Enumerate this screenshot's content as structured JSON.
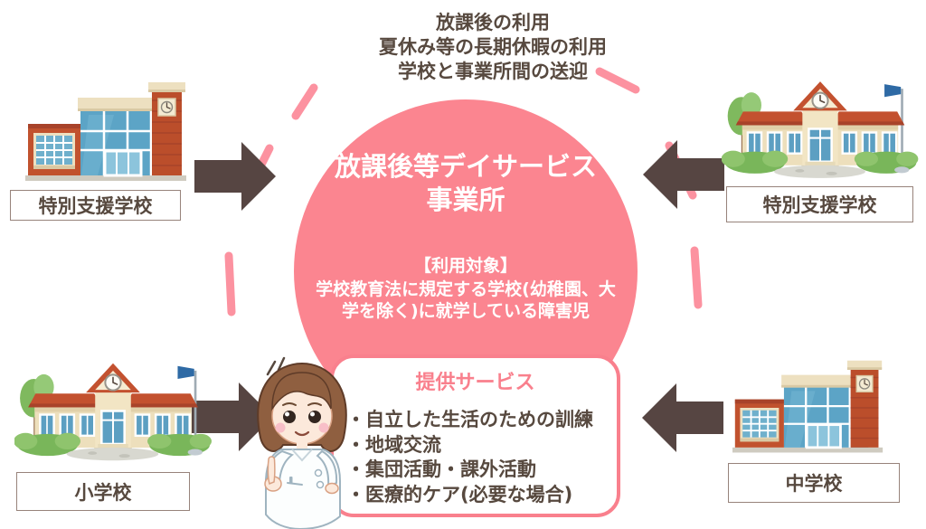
{
  "top_note": {
    "line1": "放課後の利用",
    "line2": "夏休み等の長期休暇の利用",
    "line3": "学校と事業所間の送迎"
  },
  "center": {
    "title_line1": "放課後等デイサービス",
    "title_line2": "事業所",
    "target_heading": "【利用対象】",
    "target_body": "学校教育法に規定する学校(幼稚園、大学を除く)に就学している障害児"
  },
  "services": {
    "title": "提供サービス",
    "items": [
      "・自立した生活のための訓練",
      "・地域交流",
      "・集団活動・課外活動",
      "・医療的ケア(必要な場合)"
    ]
  },
  "schools": {
    "top_left_label": "特別支援学校",
    "top_right_label": "特別支援学校",
    "bottom_left_label": "小学校",
    "bottom_right_label": "中学校"
  },
  "colors": {
    "pink_main": "#FB8590",
    "pink_dash": "#FC92A0",
    "accent_text": "#F9808D",
    "dark_text": "#57493F",
    "arrow": "#564542"
  }
}
